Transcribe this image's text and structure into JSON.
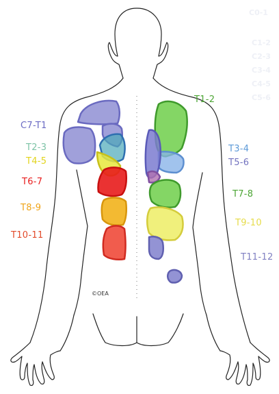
{
  "figure": {
    "labels": [
      {
        "key": "c7_t1",
        "text": "C7-T1",
        "color": "#6b6bc4"
      },
      {
        "key": "t1_2",
        "text": "T1-2",
        "color": "#4ca534"
      },
      {
        "key": "t2_3",
        "text": "T2-3",
        "color": "#7dc3a6"
      },
      {
        "key": "t3_4",
        "text": "T3-4",
        "color": "#5d9ad8"
      },
      {
        "key": "t4_5",
        "text": "T4-5",
        "color": "#e2d41c"
      },
      {
        "key": "t5_6",
        "text": "T5-6",
        "color": "#7272bf"
      },
      {
        "key": "t6_7",
        "text": "T6-7",
        "color": "#e81c1c"
      },
      {
        "key": "t7_8",
        "text": "T7-8",
        "color": "#4ca534"
      },
      {
        "key": "t8_9",
        "text": "T8-9",
        "color": "#f0a418"
      },
      {
        "key": "t9_10",
        "text": "T9-10",
        "color": "#e6dc4a"
      },
      {
        "key": "t10_11",
        "text": "T10-11",
        "color": "#e24a2a"
      },
      {
        "key": "t11_12",
        "text": "T11-12",
        "color": "#8080c2"
      }
    ],
    "credit": "©OEA",
    "ghost_labels": [
      "C0-1",
      "C1-2",
      "C2-3",
      "C3-4",
      "C4-5",
      "C5-6"
    ]
  }
}
